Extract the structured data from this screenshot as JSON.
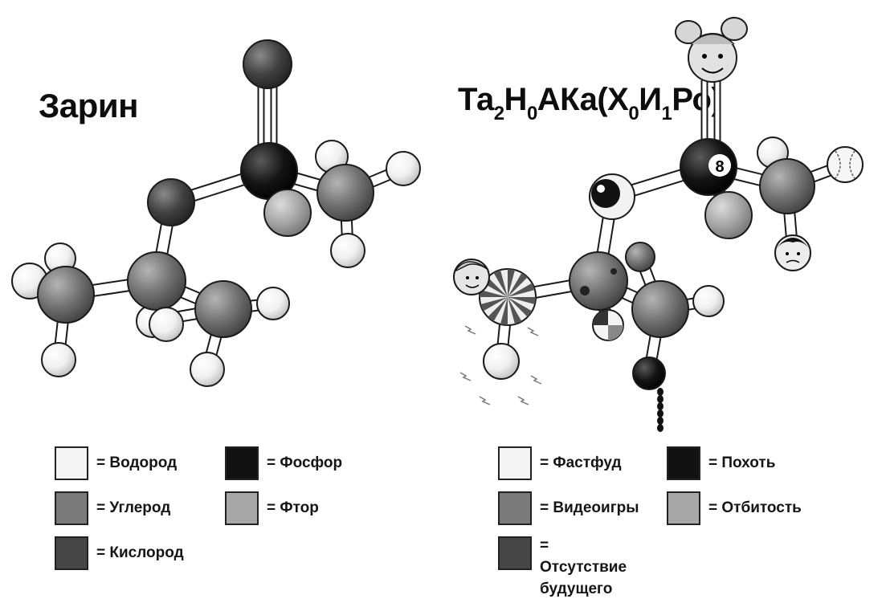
{
  "left_panel": {
    "title": "Зарин",
    "legend": [
      {
        "key": "hydrogen",
        "label": "= Водород",
        "color": "#f4f4f4"
      },
      {
        "key": "phosphorus",
        "label": "= Фосфор",
        "color": "#121212"
      },
      {
        "key": "carbon",
        "label": "= Углерод",
        "color": "#7a7a7a"
      },
      {
        "key": "fluorine",
        "label": "= Фтор",
        "color": "#a8a8a8"
      },
      {
        "key": "oxygen",
        "label": "= Кислород",
        "color": "#464646"
      }
    ]
  },
  "right_panel": {
    "title_parts": [
      {
        "text": "Та"
      },
      {
        "sub": "2"
      },
      {
        "text": "Н"
      },
      {
        "sub": "0"
      },
      {
        "text": "АКа(Х"
      },
      {
        "sub": "0"
      },
      {
        "text": "И"
      },
      {
        "sub": "1"
      },
      {
        "text": "Ро)"
      }
    ],
    "legend": [
      {
        "key": "fastfood",
        "label": "= Фастфуд",
        "color": "#f4f4f4"
      },
      {
        "key": "lust",
        "label": "= Похоть",
        "color": "#121212"
      },
      {
        "key": "videogames",
        "label": "= Видеоигры",
        "color": "#7a7a7a"
      },
      {
        "key": "frostbite",
        "label": "= Отбитость",
        "color": "#a8a8a8"
      },
      {
        "key": "nofuture",
        "label": "= Отсутствие\nбудущего",
        "color": "#464646"
      }
    ],
    "ball_number": "8"
  }
}
